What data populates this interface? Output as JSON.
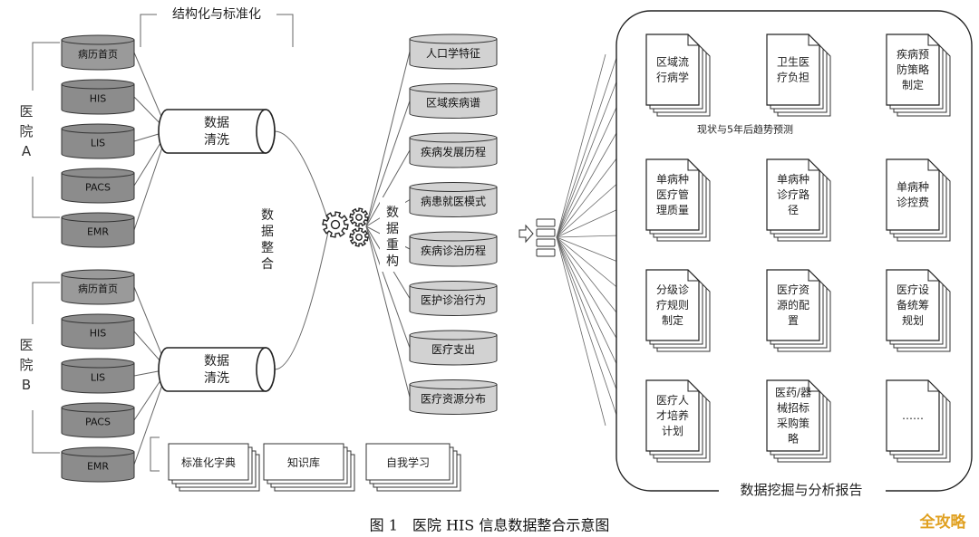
{
  "caption": "图 1　医院 HIS 信息数据整合示意图",
  "watermark": "全攻略",
  "structure_label": "结构化与标准化",
  "hospitals": [
    {
      "label_chars": [
        "医",
        "院",
        "A"
      ],
      "systems": [
        "病历首页",
        "HIS",
        "LIS",
        "PACS",
        "EMR"
      ],
      "cleaning": [
        "数据",
        "清洗"
      ]
    },
    {
      "label_chars": [
        "医",
        "院",
        "B"
      ],
      "systems": [
        "病历首页",
        "HIS",
        "LIS",
        "PACS",
        "EMR"
      ],
      "cleaning": [
        "数据",
        "清洗"
      ]
    }
  ],
  "integration_label": [
    "数",
    "据",
    "整",
    "合"
  ],
  "restructure_label": [
    "数",
    "据",
    "重",
    "构"
  ],
  "restructured_items": [
    "人口学特征",
    "区域疾病谱",
    "疾病发展历程",
    "病患就医模式",
    "疾病诊治历程",
    "医护诊治行为",
    "医疗支出",
    "医疗资源分布"
  ],
  "support_docs": [
    "标准化字典",
    "知识库",
    "自我学习"
  ],
  "reports": [
    [
      "区域流",
      "行病学"
    ],
    [
      "卫生医",
      "疗负担"
    ],
    [
      "疾病预",
      "防策略",
      "制定"
    ],
    [
      "单病种",
      "医疗管",
      "理质量"
    ],
    [
      "单病种",
      "诊疗路",
      "径"
    ],
    [
      "单病种",
      "诊控费"
    ],
    [
      "分级诊",
      "疗规则",
      "制定"
    ],
    [
      "医疗资",
      "源的配",
      "置"
    ],
    [
      "医疗设",
      "备统筹",
      "规划"
    ],
    [
      "医疗人",
      "才培养",
      "计划"
    ],
    [
      "医药/器",
      "械招标",
      "采购策",
      "略"
    ],
    [
      "……"
    ]
  ],
  "trend_label": "现状与5年后趋势预测",
  "report_box_label": "数据挖掘与分析报告"
}
